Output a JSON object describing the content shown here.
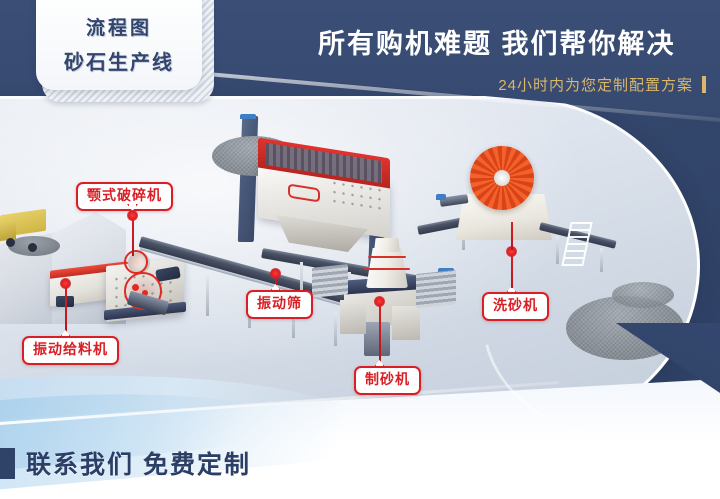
{
  "header": {
    "headline": "所有购机难题 我们帮你解决",
    "subline": "24小时内为您定制配置方案"
  },
  "title_card": {
    "line1": "流程图",
    "line2": "砂石生产线"
  },
  "footer": {
    "text": "联系我们 免费定制"
  },
  "callouts": [
    {
      "label": "颚式破碎机"
    },
    {
      "label": "振动给料机"
    },
    {
      "label": "振动筛"
    },
    {
      "label": "制砂机"
    },
    {
      "label": "洗砂机"
    }
  ],
  "colors": {
    "navy": "#2f4268",
    "gold": "#d9b86a",
    "callout_red": "#d81f26",
    "platform_light": "#e9edf3",
    "wheel_orange": "#f4622a"
  }
}
